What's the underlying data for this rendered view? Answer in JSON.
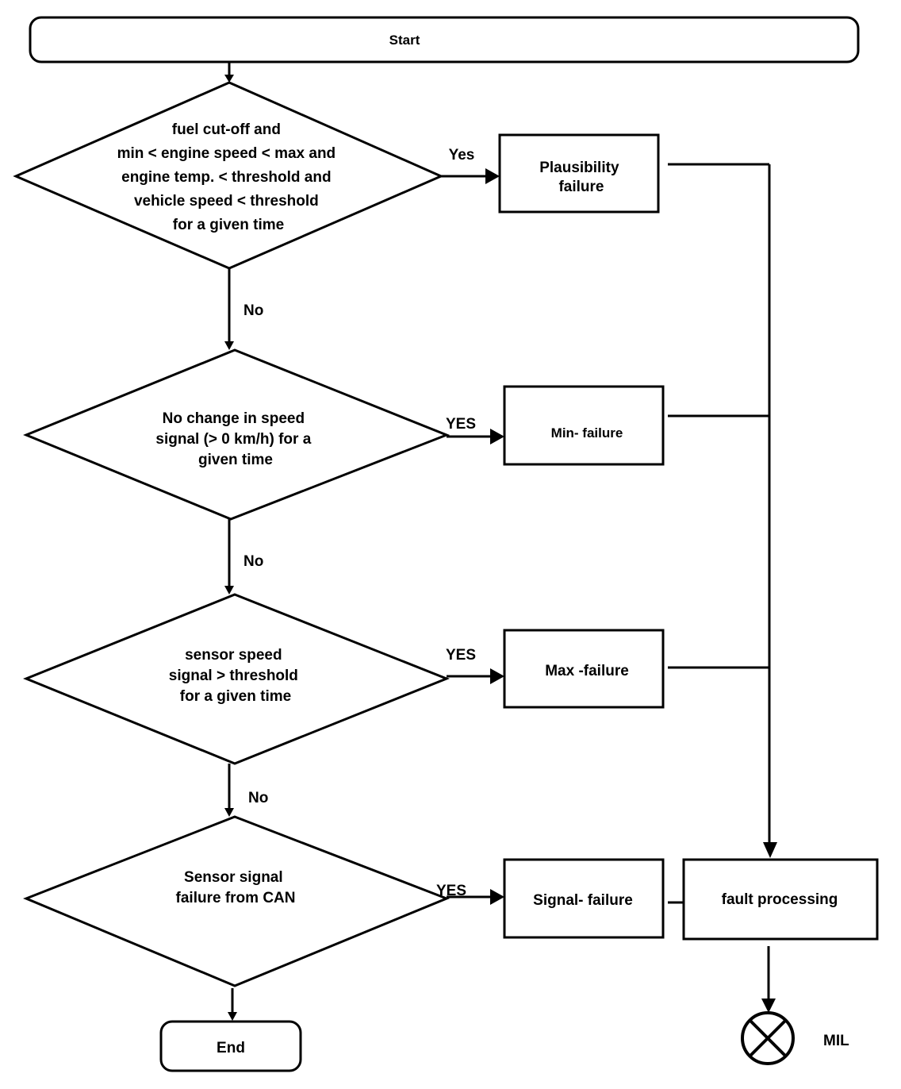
{
  "start": {
    "label": "Start"
  },
  "end": {
    "label": "End"
  },
  "decisions": [
    {
      "lines": [
        "fuel cut-off and",
        "min < engine speed < max and",
        "engine temp. < threshold and",
        "vehicle speed < threshold",
        "for a given time"
      ],
      "yes_label": "Yes",
      "no_label": "No"
    },
    {
      "lines": [
        "No change in speed",
        "signal (> 0 km/h) for a",
        "given time"
      ],
      "yes_label": "YES",
      "no_label": "No"
    },
    {
      "lines": [
        "sensor speed",
        "signal  > threshold",
        "  for a given time"
      ],
      "yes_label": "YES",
      "no_label": "No"
    },
    {
      "lines": [
        "Sensor signal",
        "failure from CAN"
      ],
      "yes_label": "YES"
    }
  ],
  "failures": [
    {
      "lines": [
        "Plausibility",
        "failure"
      ]
    },
    {
      "lines": [
        "Min- failure"
      ]
    },
    {
      "lines": [
        "Max -failure"
      ]
    },
    {
      "lines": [
        "Signal- failure"
      ]
    }
  ],
  "fault_processing": {
    "label": "fault processing"
  },
  "mil": {
    "label": "MIL"
  }
}
